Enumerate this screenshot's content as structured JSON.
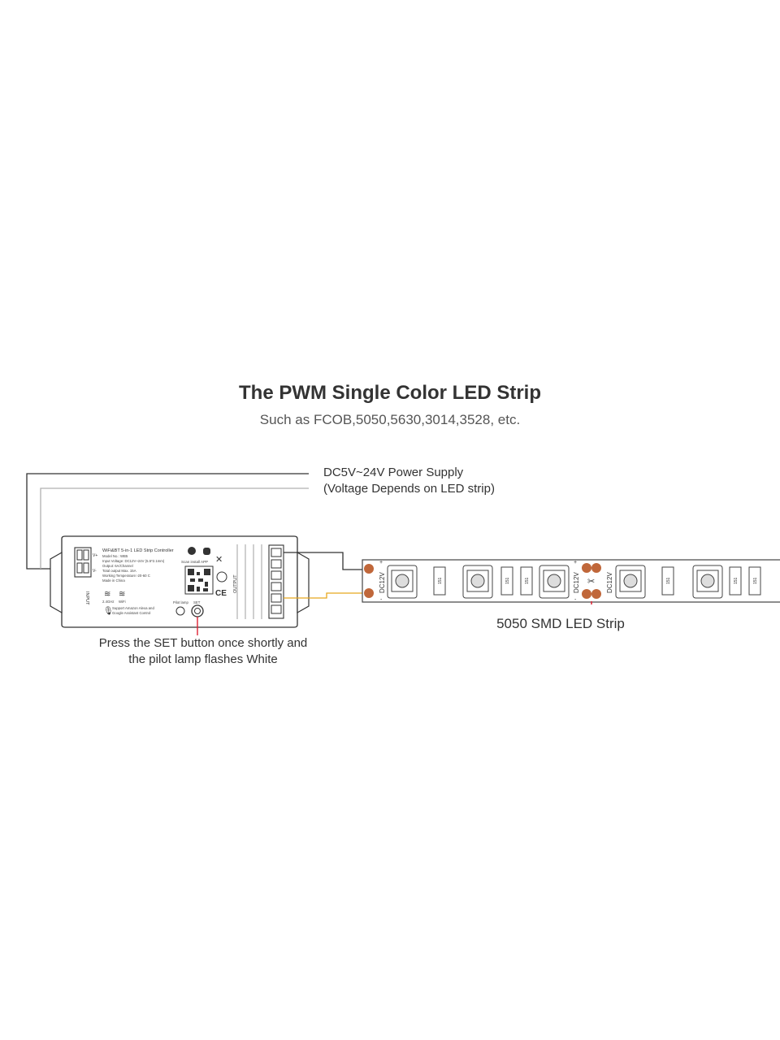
{
  "title": "The PWM Single Color LED Strip",
  "subtitle": "Such as FCOB,5050,5630,3014,3528, etc.",
  "power_supply": {
    "line1": "DC5V~24V Power Supply",
    "line2": "(Voltage Depends on LED strip)"
  },
  "strip_name": "5050 SMD LED Strip",
  "set_note": {
    "line1": "Press the SET button once shortly and",
    "line2": "the pilot lamp flashes White"
  },
  "controller": {
    "name": "WiFi&BT 5-in-1 LED Strip Controller",
    "model": "Model No.: WB5",
    "input_voltage": "Input Voltage: DC12V~24V (5.5*2.1mm)",
    "output": "Output: 6A/Channel",
    "total_output": "Total output Max. 15A",
    "working_temp": "Working Temperature:-20-60 C",
    "made_in": "Made in China",
    "scan_app": "Scan install APP",
    "wifi_24": "2.4GHz",
    "wifi": "WiFi",
    "voice_line1": "Support Amazon Alexa and",
    "voice_line2": "Google Assistant Control",
    "pilot_lamp": "Pilot lamp",
    "set": "SET",
    "input": "INPUT",
    "output_label": "OUTPUT",
    "v_plus": "V+",
    "v_minus": "V-",
    "ce": "CE"
  },
  "strip": {
    "voltage_label": "DC12V",
    "plus": "+",
    "minus": "-",
    "resistor_label": "151"
  },
  "colors": {
    "line_dark": "#333333",
    "line_light": "#b0b0b0",
    "pad_copper": "#c0673a",
    "wire_yellow": "#e8a81e",
    "strip_outline": "#444444"
  }
}
